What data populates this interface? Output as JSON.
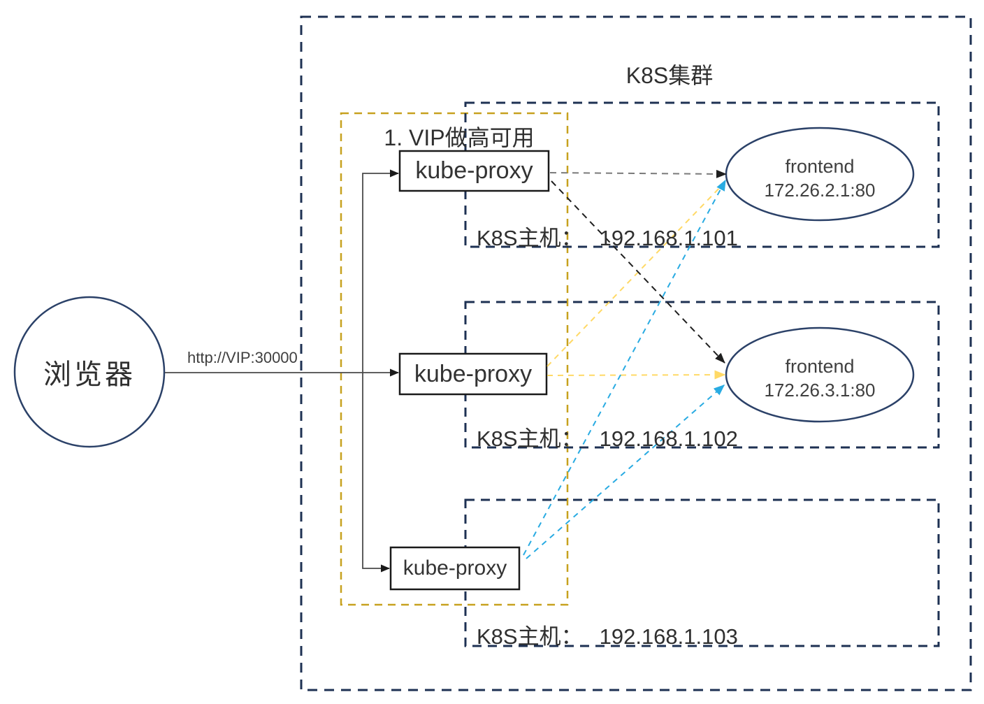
{
  "colors": {
    "navy_border": "#1e3153",
    "shape_navy": "#2b4168",
    "gold": "#c7a11f",
    "yellow": "#ffd966",
    "blue": "#29abe2",
    "black_arrow": "#1f1f1f",
    "gray_arrow": "#7a7a7a",
    "connector": "#4a4a4a",
    "box_black": "#1a1a1a"
  },
  "browser": {
    "label": "浏览器"
  },
  "request": {
    "label": "http://VIP:30000"
  },
  "cluster": {
    "title": "K8S集群"
  },
  "vip_group": {
    "label": "1. VIP做高可用"
  },
  "kube_proxies": [
    {
      "label": "kube-proxy"
    },
    {
      "label": "kube-proxy"
    },
    {
      "label": "kube-proxy"
    }
  ],
  "hosts": [
    {
      "prefix": "K8S主机：",
      "ip": "192.168.1.101"
    },
    {
      "prefix": "K8S主机：",
      "ip": "192.168.1.102"
    },
    {
      "prefix": "K8S主机：",
      "ip": "192.168.1.103"
    }
  ],
  "frontends": [
    {
      "name": "frontend",
      "address": "172.26.2.1:80"
    },
    {
      "name": "frontend",
      "address": "172.26.3.1:80"
    }
  ]
}
